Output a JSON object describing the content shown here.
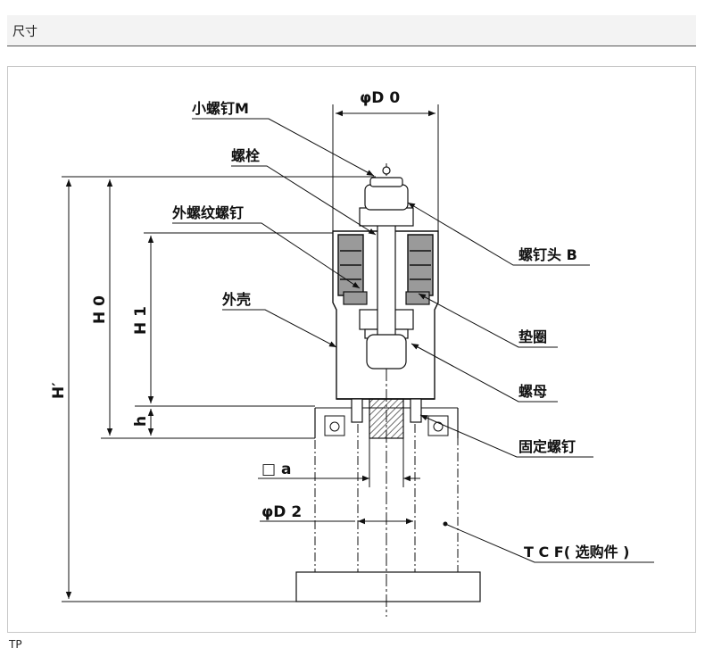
{
  "header": {
    "title": "尺寸"
  },
  "footer": {
    "text": "TP"
  },
  "diagram": {
    "part_labels": {
      "small_screw": "小螺钉M",
      "bolt": "螺栓",
      "external_thread_screw": "外螺纹螺钉",
      "housing": "外壳",
      "screw_head": "螺钉头 B",
      "washer": "垫圈",
      "nut": "螺母",
      "fixing_screw": "固定螺钉",
      "tcf": "T C F( 选购件 )"
    },
    "dimension_labels": {
      "d0": "φD 0",
      "h0": "H 0",
      "h1": "H 1",
      "h_prime": "H′",
      "h": "h",
      "a": "□ a",
      "d2": "φD 2"
    },
    "colors": {
      "line": "#111111",
      "section_fill": "#9a9a9a",
      "hatch": "#333333"
    }
  }
}
